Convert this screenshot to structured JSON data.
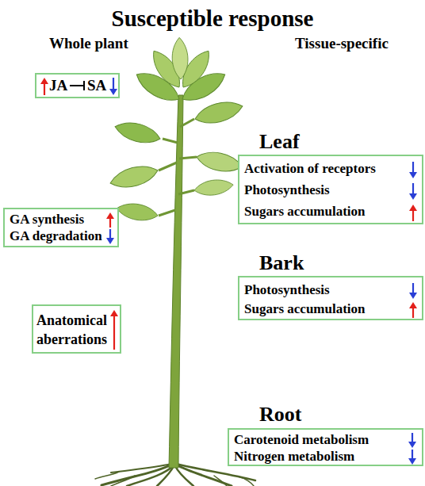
{
  "diagram": {
    "title": "Susceptible response",
    "nodes": [
      {
        "text": [
          "JA",
          "SA"
        ]
      },
      {
        "text": [
          "GA synthesis",
          "GA degradation"
        ]
      },
      {
        "text": [
          "Anatomical aberrations"
        ]
      },
      {
        "text": [
          "Leaf",
          "Activation of receptors",
          "Photosynthesis",
          "Sugars accumulation"
        ]
      },
      {
        "text": [
          "Bark",
          "Photosynthesis",
          "Sugars accumulation"
        ]
      },
      {
        "text": [
          "Root",
          "Carotenoid metabolism",
          "Nitrogen metabolism"
        ]
      }
    ],
    "labels": [
      "Whole plant",
      "Tissue-specific"
    ]
  }
}
